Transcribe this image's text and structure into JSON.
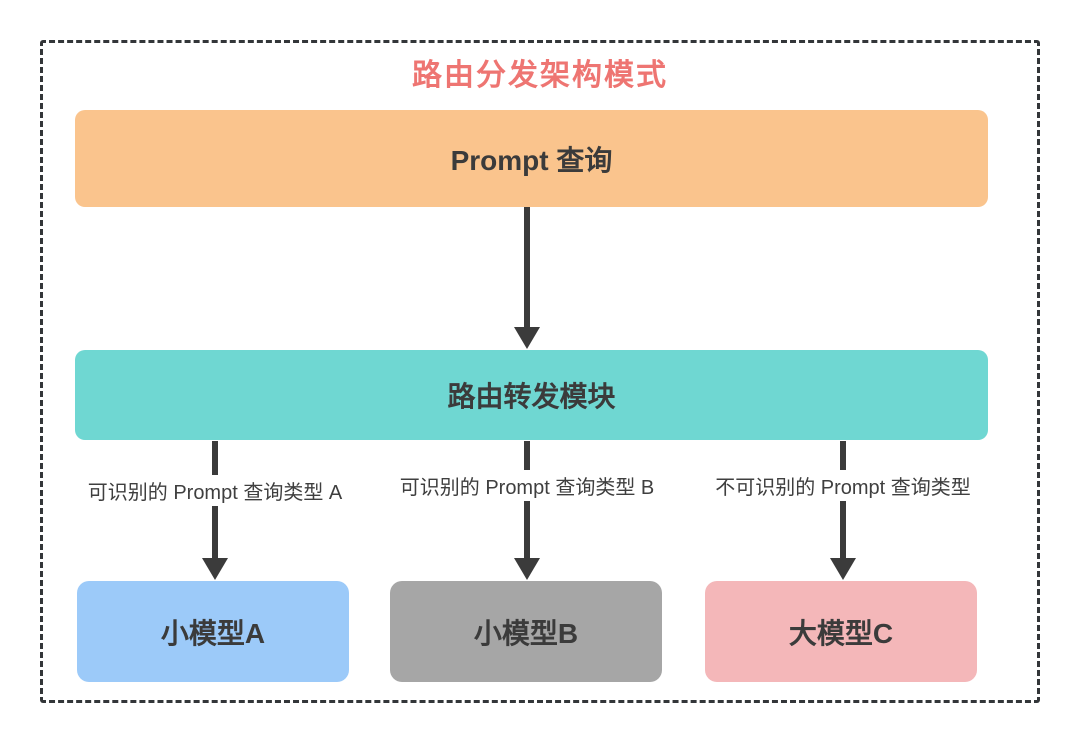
{
  "diagram": {
    "title": "路由分发架构模式",
    "colors": {
      "title": "#EE7572",
      "frame_border": "#333639",
      "arrow": "#3B3B3B",
      "node_text": "#3B3B3B",
      "edge_label_text": "#3F3F3F"
    },
    "nodes": {
      "prompt": {
        "label": "Prompt 查询",
        "fill": "#FAC48D"
      },
      "router": {
        "label": "路由转发模块",
        "fill": "#6FD7D2"
      },
      "model_a": {
        "label": "小模型A",
        "fill": "#9CCAF9"
      },
      "model_b": {
        "label": "小模型B",
        "fill": "#A6A6A6"
      },
      "model_c": {
        "label": "大模型C",
        "fill": "#F4B7B9"
      }
    },
    "edge_labels": {
      "to_model_a": "可识别的 Prompt 查询类型 A",
      "to_model_b": "可识别的 Prompt 查询类型 B",
      "to_model_c": "不可识别的 Prompt 查询类型"
    }
  }
}
